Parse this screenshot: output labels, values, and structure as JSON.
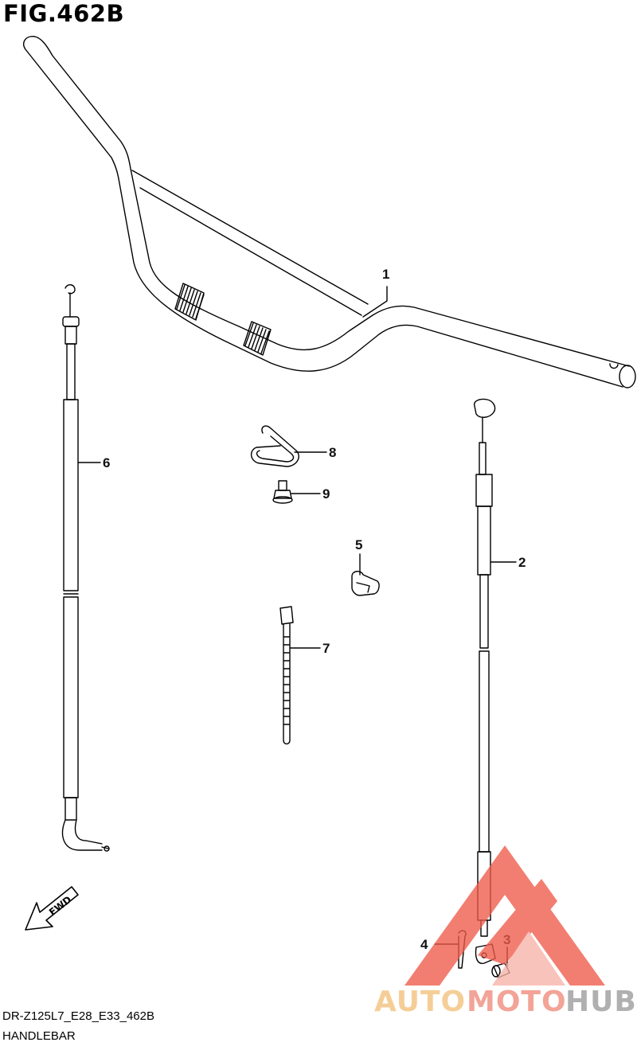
{
  "title": "FIG.462B",
  "callouts": [
    {
      "id": "1",
      "label": "1"
    },
    {
      "id": "2",
      "label": "2"
    },
    {
      "id": "3",
      "label": "3"
    },
    {
      "id": "4",
      "label": "4"
    },
    {
      "id": "5",
      "label": "5"
    },
    {
      "id": "6",
      "label": "6"
    },
    {
      "id": "7",
      "label": "7"
    },
    {
      "id": "8",
      "label": "8"
    },
    {
      "id": "9",
      "label": "9"
    }
  ],
  "fwd_label": "FWD",
  "watermark": {
    "part1": "AUTO",
    "part2": "MOTO",
    "part3": "HUB",
    "color1": "#f3c17a",
    "color2": "#f08a7a",
    "color3": "#9a9a9a",
    "logo_color": "#ef5a4a"
  },
  "footer": {
    "code": "DR-Z125L7_E28_E33_462B",
    "name": "HANDLEBAR"
  }
}
